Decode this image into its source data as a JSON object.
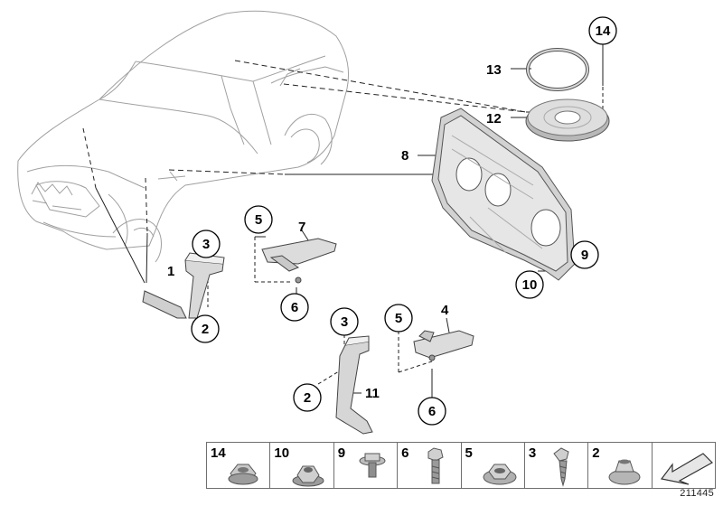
{
  "callouts": [
    "14",
    "13",
    "12",
    "8",
    "9",
    "10",
    "7",
    "5",
    "6",
    "3",
    "1",
    "2",
    "4",
    "3",
    "5",
    "11",
    "2",
    "6"
  ],
  "legend": {
    "items": [
      {
        "number": "14",
        "part": "collar-nut"
      },
      {
        "number": "10",
        "part": "hex-nut-flange"
      },
      {
        "number": "9",
        "part": "hex-bolt-washer"
      },
      {
        "number": "6",
        "part": "hex-bolt"
      },
      {
        "number": "5",
        "part": "flange-nut"
      },
      {
        "number": "3",
        "part": "self-tapping-screw"
      },
      {
        "number": "2",
        "part": "collar-nut-small"
      }
    ],
    "arrow_icon": "direction-arrow-icon"
  },
  "reference_number": "211445",
  "colors": {
    "line": "#333333",
    "part_fill": "#e4e4e4",
    "part_dark": "#9a9a9a",
    "car_line": "#9a9a9a"
  }
}
